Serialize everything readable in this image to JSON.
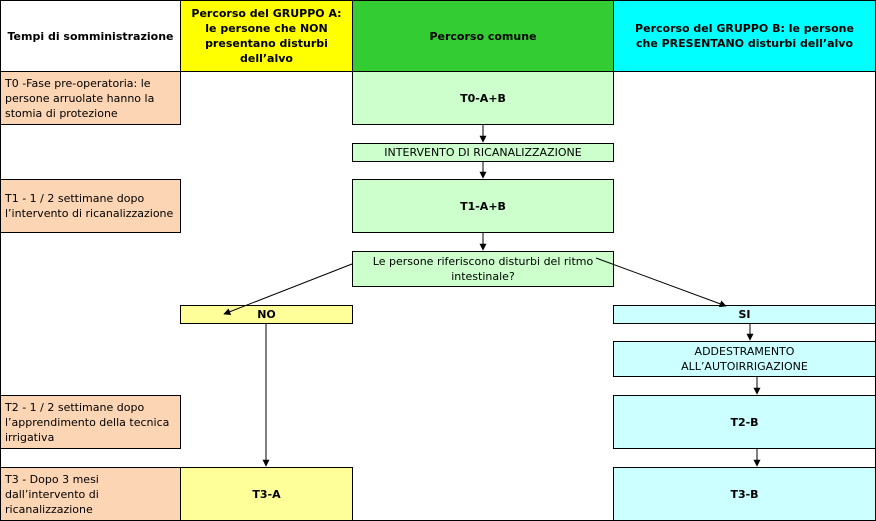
{
  "header": {
    "col_times": "Tempi di somministrazione",
    "col_group_a": "Percorso del GRUPPO A: le persone che NON presentano disturbi dell’alvo",
    "col_common": "Percorso comune",
    "col_group_b": "Percorso del GRUPPO B: le persone che PRESENTANO disturbi dell’alvo"
  },
  "times": {
    "t0": "T0 -Fase pre-operatoria: le persone arruolate hanno la stomia di protezione",
    "t1": "T1 - 1 / 2 settimane dopo l’intervento di ricanalizzazione",
    "t2": "T2 - 1 / 2 settimane dopo l’apprendimento della tecnica irrigativa",
    "t3": "T3 - Dopo 3 mesi dall’intervento di ricanalizzazione"
  },
  "common": {
    "t0": "T0-A+B",
    "intervention": "INTERVENTO DI RICANALIZZAZIONE",
    "t1": "T1-A+B",
    "question": "Le persone riferiscono disturbi del ritmo intestinale?"
  },
  "group_a": {
    "no": "NO",
    "t3": "T3-A"
  },
  "group_b": {
    "si": "SI",
    "training": "ADDESTRAMENTO ALL’AUTOIRRIGAZIONE",
    "t2": "T2-B",
    "t3": "T3-B"
  }
}
